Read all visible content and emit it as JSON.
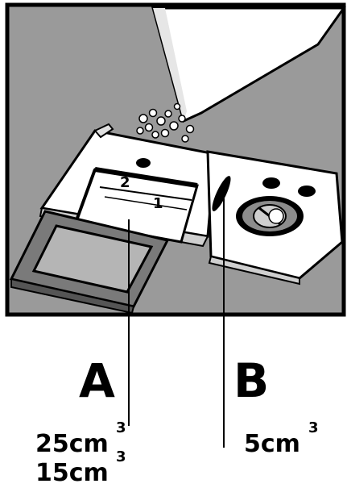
{
  "compartments": {
    "num_2": "2",
    "num_1": "1"
  },
  "labels": {
    "a": {
      "letter": "A",
      "values": [
        {
          "value": "25cm",
          "exponent": "3"
        },
        {
          "value": "15cm",
          "exponent": "3"
        }
      ]
    },
    "b": {
      "letter": "B",
      "values": [
        {
          "value": "5cm",
          "exponent": "3"
        }
      ]
    }
  }
}
